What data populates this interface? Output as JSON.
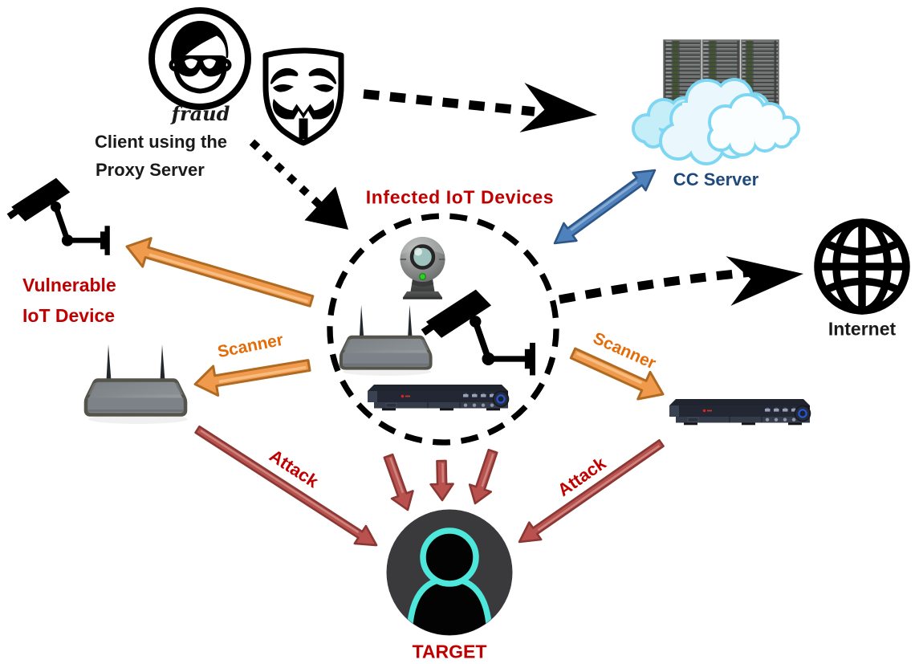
{
  "labels": {
    "client_proxy_line1": "Client using the",
    "client_proxy_line2": "Proxy Server",
    "fraud_logo": "fraud",
    "infected_iot": "Infected IoT Devices",
    "cc_server": "CC Server",
    "internet": "Internet",
    "vulnerable_line1": "Vulnerable",
    "vulnerable_line2": "IoT Device",
    "scanner_left": "Scanner",
    "scanner_right": "Scanner",
    "attack_left": "Attack",
    "attack_right": "Attack",
    "target": "TARGET"
  },
  "colors": {
    "background": "#ffffff",
    "label_red": "#c00000",
    "label_orange": "#e36c09",
    "label_blue": "#1f497d",
    "label_black": "#1a1a1a",
    "arrow_black": "#000000",
    "arrow_orange_fill": "#ef9a4d",
    "arrow_orange_stroke": "#b16a21",
    "arrow_red_fill": "#b9524e",
    "arrow_red_stroke": "#8b3734",
    "arrow_blue_fill": "#4f81bd",
    "arrow_blue_stroke": "#2e5687",
    "target_circle": "#3a3a3c",
    "target_person_outline": "#4de8db",
    "cloud_outline": "#7ed7f2"
  },
  "icons": [
    "fraud-client-icon",
    "anonymous-mask-icon",
    "cc-server-racks-icon",
    "cloud-icon",
    "cctv-camera-icon",
    "webcam-icon",
    "wifi-router-icon",
    "dvr-icon",
    "internet-globe-icon",
    "target-person-icon"
  ]
}
